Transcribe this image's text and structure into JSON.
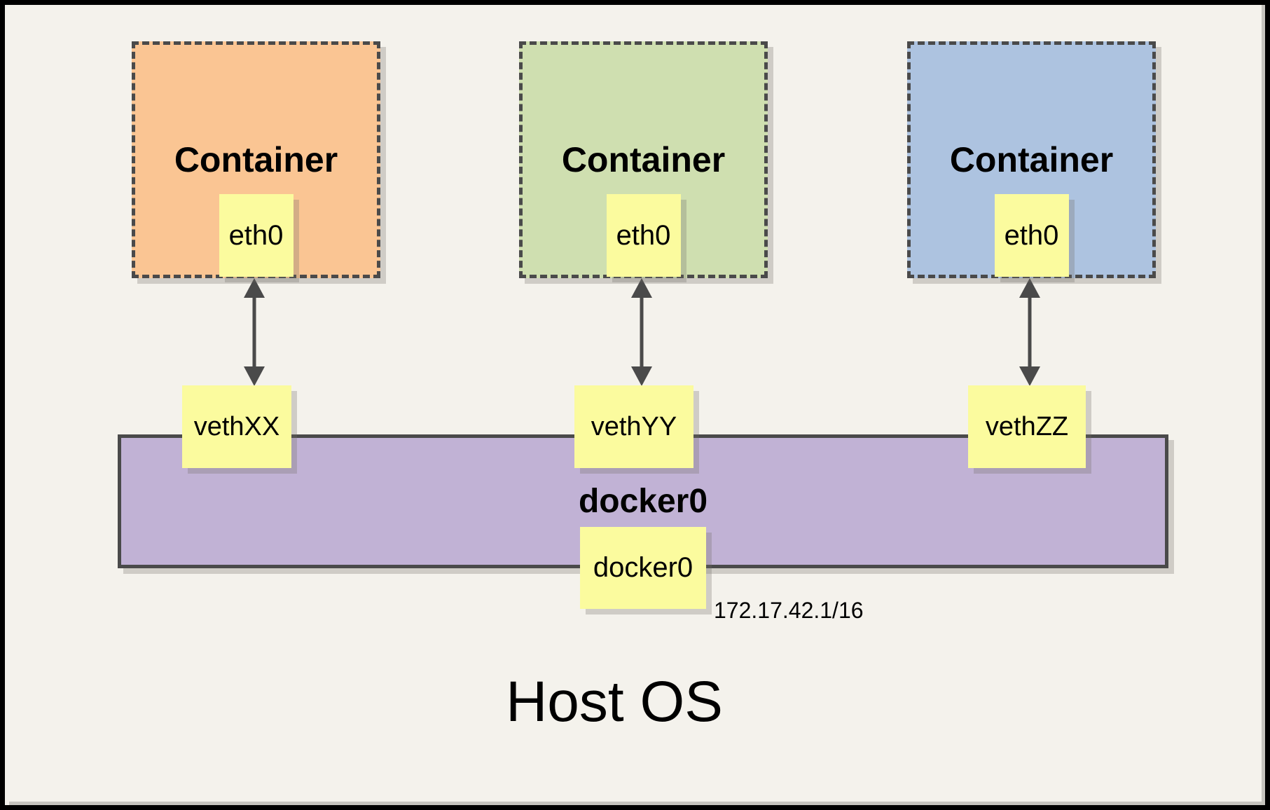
{
  "host": {
    "label": "Host OS"
  },
  "containers": [
    {
      "title": "Container",
      "interface": "eth0",
      "veth": "vethXX",
      "fill": "#FAC593"
    },
    {
      "title": "Container",
      "interface": "eth0",
      "veth": "vethYY",
      "fill": "#CFDFB0"
    },
    {
      "title": "Container",
      "interface": "eth0",
      "veth": "vethZZ",
      "fill": "#ADC3E0"
    }
  ],
  "bridge": {
    "name": "docker0",
    "interface_label": "docker0",
    "ip": "172.17.42.1/16",
    "fill": "#C1B2D5"
  },
  "icons": {
    "veth_link_arrow": "double-headed-vertical-arrow"
  },
  "colors": {
    "background": "#F4F2EC",
    "frame_border": "#000000",
    "label_fill": "#FBFB9E",
    "stroke": "#4A4A4A"
  }
}
